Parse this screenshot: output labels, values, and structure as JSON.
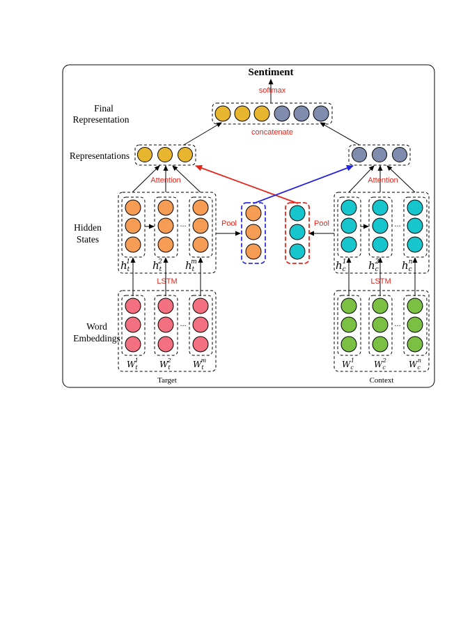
{
  "labels": {
    "sentiment": "Sentiment",
    "softmax": "softmax",
    "concatenate": "concatenate",
    "final_representation_line1": "Final",
    "final_representation_line2": "Representation",
    "representations": "Representations",
    "hidden_states_line1": "Hidden",
    "hidden_states_line2": "States",
    "word_embeddings_line1": "Word",
    "word_embeddings_line2": "Embeddings",
    "attention_left": "Attention",
    "attention_right": "Attention",
    "pool_left": "Pool",
    "pool_right": "Pool",
    "lstm_left": "LSTM",
    "lstm_right": "LSTM",
    "target": "Target",
    "context": "Context",
    "ellipsis": "..."
  },
  "hidden_labels": {
    "target": [
      {
        "base": "h",
        "sub": "t",
        "sup": "1"
      },
      {
        "base": "h",
        "sub": "t",
        "sup": "2"
      },
      {
        "base": "h",
        "sub": "t",
        "sup": "m"
      }
    ],
    "context": [
      {
        "base": "h",
        "sub": "c",
        "sup": "1"
      },
      {
        "base": "h",
        "sub": "c",
        "sup": "2"
      },
      {
        "base": "h",
        "sub": "c",
        "sup": "n"
      }
    ]
  },
  "embedding_labels": {
    "target": [
      {
        "base": "W",
        "sub": "t",
        "sup": "1"
      },
      {
        "base": "W",
        "sub": "t",
        "sup": "2"
      },
      {
        "base": "W",
        "sub": "t",
        "sup": "m"
      }
    ],
    "context": [
      {
        "base": "W",
        "sub": "c",
        "sup": "1"
      },
      {
        "base": "W",
        "sub": "c",
        "sup": "2"
      },
      {
        "base": "W",
        "sub": "c",
        "sup": "n"
      }
    ]
  },
  "colors": {
    "gold": "#e8b52e",
    "slate": "#7f8cae",
    "orange": "#f59c55",
    "cyan": "#17c5cc",
    "pink": "#f2707f",
    "green": "#7bc043",
    "accent_red": "#e8241a",
    "accent_blue": "#2020e0",
    "pool_blue_border": "#2f2fe8",
    "pool_red_border": "#e8241a"
  }
}
